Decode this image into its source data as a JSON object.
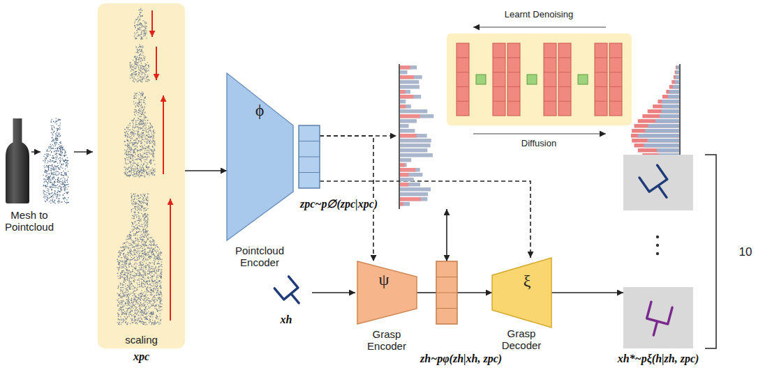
{
  "diagram": {
    "nodes": [
      {
        "text": [
          "scaling",
          "xpc"
        ]
      },
      {
        "text": [
          "ϕ",
          "Pointcloud Encoder"
        ]
      },
      {
        "text": [
          "zpc~p∅(zpc|xpc)"
        ]
      },
      {
        "text": [
          "Learnt Denoising",
          "Diffusion"
        ]
      },
      {
        "text": [
          "ψ",
          "Grasp Encoder"
        ]
      },
      {
        "text": [
          "zh~pφ(zh|xh, zpc)"
        ]
      },
      {
        "text": [
          "ξ",
          "Grasp Decoder"
        ]
      },
      {
        "text": [
          "xh*~pξ(h|zh, zpc)"
        ]
      }
    ],
    "edges": [
      {
        "from": 0,
        "to": 1,
        "arrow": "to"
      },
      {
        "from": 2,
        "to": 3,
        "arrow": "to"
      },
      {
        "from": 2,
        "to": 4,
        "arrow": "to"
      },
      {
        "from": 2,
        "to": 6,
        "arrow": "to"
      },
      {
        "from": 3,
        "to": 5,
        "arrow": "both"
      },
      {
        "from": 4,
        "to": 5,
        "arrow": "none"
      },
      {
        "from": 5,
        "to": 6,
        "arrow": "to"
      },
      {
        "from": 6,
        "to": 7,
        "arrow": "to"
      }
    ],
    "labels": [
      "Mesh to Pointcloud",
      "xh",
      "10"
    ]
  }
}
